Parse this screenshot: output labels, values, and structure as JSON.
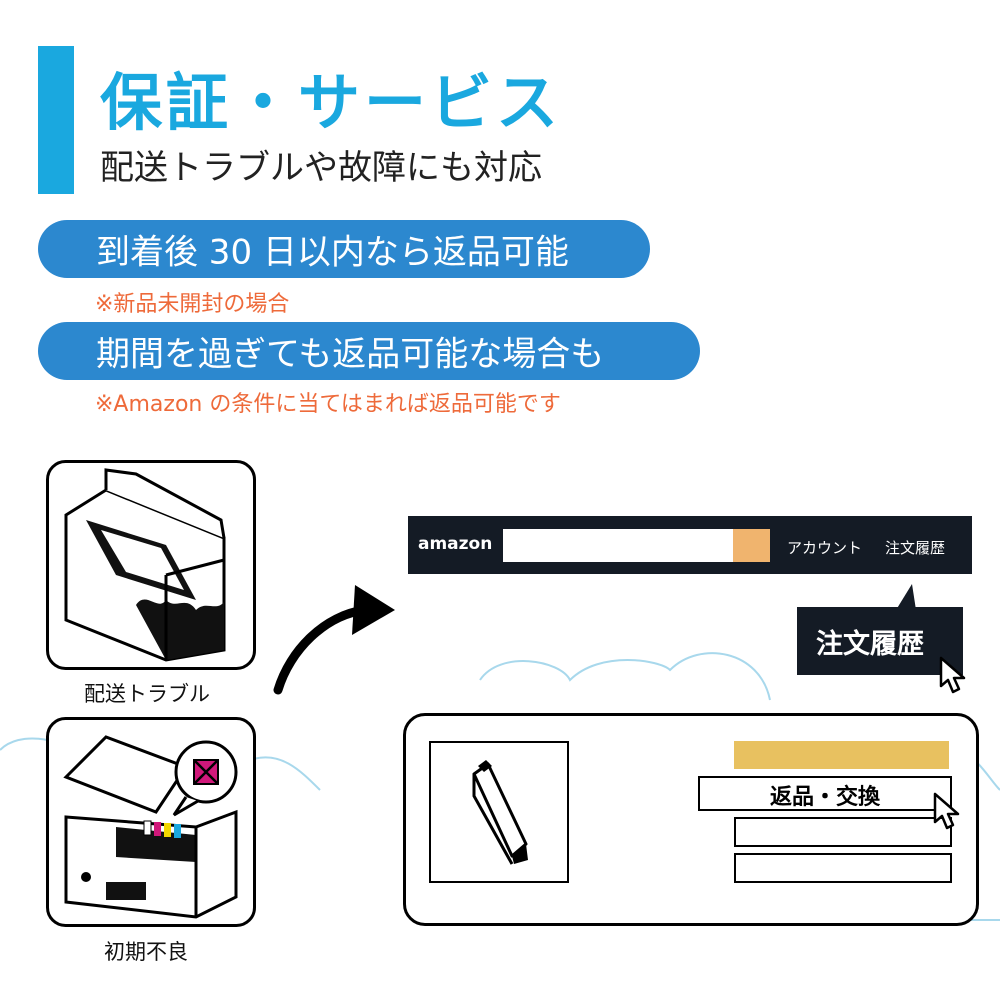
{
  "header": {
    "title": "保証・サービス",
    "subtitle": "配送トラブルや故障にも対応"
  },
  "points": [
    {
      "label": "到着後 30 日以内なら返品可能",
      "note": "※新品未開封の場合"
    },
    {
      "label": "期間を過ぎても返品可能な場合も",
      "note": "※Amazon の条件に当てはまれば返品可能です"
    }
  ],
  "illustrations": {
    "shipping_trouble_caption": "配送トラブル",
    "initial_defect_caption": "初期不良"
  },
  "amazon_mock": {
    "logo": "amazon",
    "account_label": "アカウント",
    "orders_label": "注文履歴",
    "orders_callout": "注文履歴",
    "return_button_label": "返品・交換"
  },
  "colors": {
    "accent_blue": "#1aa8df",
    "pill_blue": "#2c88cf",
    "note_orange": "#ee6a3a",
    "amazon_dark": "#141b25",
    "amazon_orange": "#f0b46e",
    "gold": "#e8c160",
    "ink_magenta": "#d0187a"
  },
  "icons": [
    "cursor-icon",
    "curved-arrow-icon",
    "box-icon",
    "printer-icon",
    "ink-cartridge-icon",
    "cloud-icon"
  ]
}
